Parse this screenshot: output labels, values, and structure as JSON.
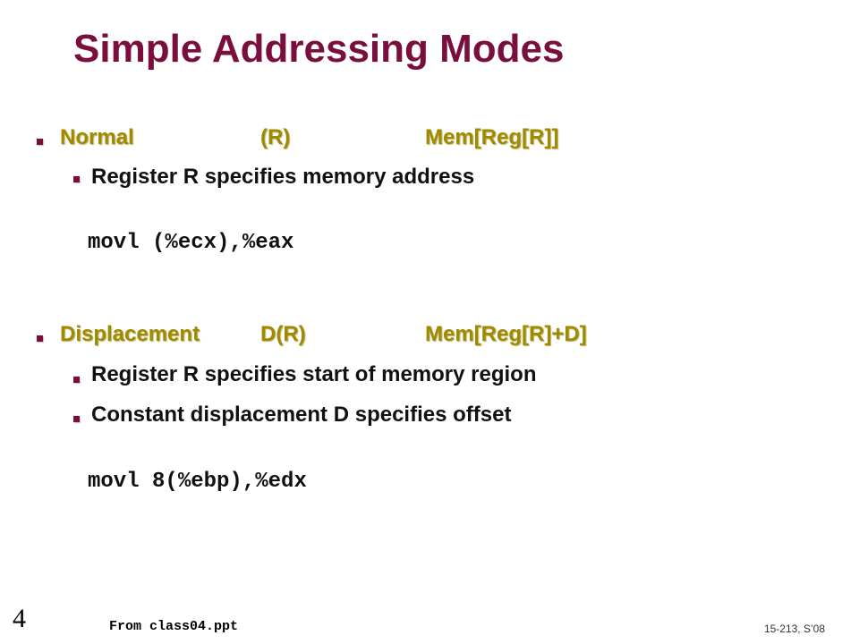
{
  "slide": {
    "title": "Simple Addressing Modes",
    "modes": [
      {
        "name": "Normal",
        "syntax": "(R)",
        "semantics": "Mem[Reg[R]]",
        "details": [
          "Register R specifies memory address"
        ],
        "example": "movl (%ecx),%eax"
      },
      {
        "name": "Displacement",
        "syntax": "D(R)",
        "semantics": "Mem[Reg[R]+D]",
        "details": [
          "Register R specifies start of memory region",
          "Constant displacement D specifies offset"
        ],
        "example": "movl 8(%ebp),%edx"
      }
    ]
  },
  "footer": {
    "page_number": "4",
    "source": "From class04.ppt",
    "course": "15-213, S’08"
  },
  "colors": {
    "title": "#7a0f3e",
    "bullet": "#7a0f3e",
    "level1_text": "#a08a00",
    "body_text": "#111111"
  }
}
